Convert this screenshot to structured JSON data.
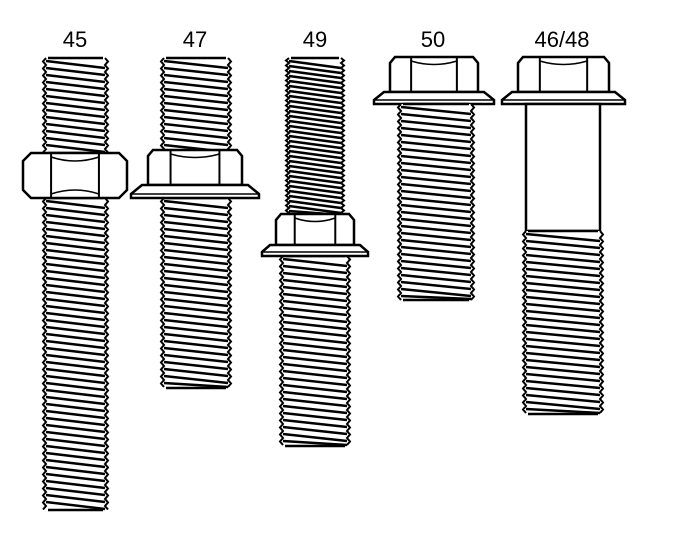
{
  "diagram": {
    "fasteners": [
      {
        "id": "45",
        "label": "45",
        "kind": "stud-with-hex-nut"
      },
      {
        "id": "47",
        "label": "47",
        "kind": "stud-with-flange-nut"
      },
      {
        "id": "49",
        "label": "49",
        "kind": "stud-with-flange-nut"
      },
      {
        "id": "50",
        "label": "50",
        "kind": "flange-bolt"
      },
      {
        "id": "46-48",
        "label": "46/48",
        "kind": "flange-bolt-with-shoulder"
      }
    ],
    "colors": {
      "ink": "#000000",
      "paper": "#ffffff"
    }
  }
}
